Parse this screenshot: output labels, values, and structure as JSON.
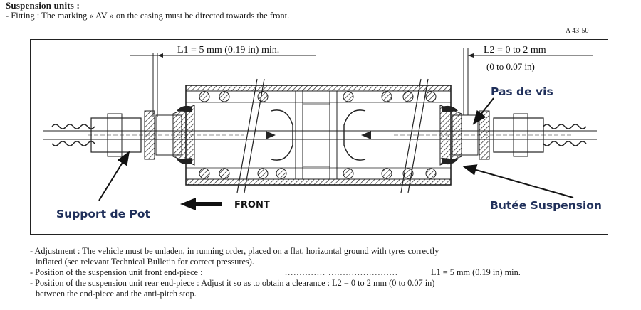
{
  "header": {
    "section_title": "Suspension units :",
    "fitting_text": "- Fitting : The marking « AV » on the casing must be directed towards the front.",
    "reference": "A  43-50"
  },
  "diagram": {
    "l1_label": "L1 = 5 mm (0.19 in) min.",
    "l2_label": "L2 = 0 to 2 mm",
    "l2_label_imperial": "(0 to 0.07 in)",
    "front_label": "FRONT",
    "callout_pas_de_vis": "Pas de vis",
    "callout_support_de_pot": "Support de Pot",
    "callout_butee_suspension": "Butée Suspension"
  },
  "text": {
    "adjustment": "- Adjustment : The vehicle must be unladen, in running order, placed on a flat, horizontal ground with tyres correctly",
    "adjustment_cont": "inflated (see relevant Technical Bulletin for correct pressures).",
    "front_piece": "- Position of the suspension unit front end-piece :",
    "front_piece_dots": ".............. ........................",
    "front_piece_value": "L1 = 5 mm (0.19 in)  min.",
    "rear_piece": "- Position of the suspension unit rear end-piece : Adjust it so as to obtain a clearance : L2 = 0 to 2 mm (0 to 0.07 in)",
    "rear_piece_cont": "between the end-piece and the anti-pitch stop."
  },
  "colors": {
    "ink": "#1a1a1a",
    "callout": "#1f2f5a",
    "hatch": "#222222"
  }
}
